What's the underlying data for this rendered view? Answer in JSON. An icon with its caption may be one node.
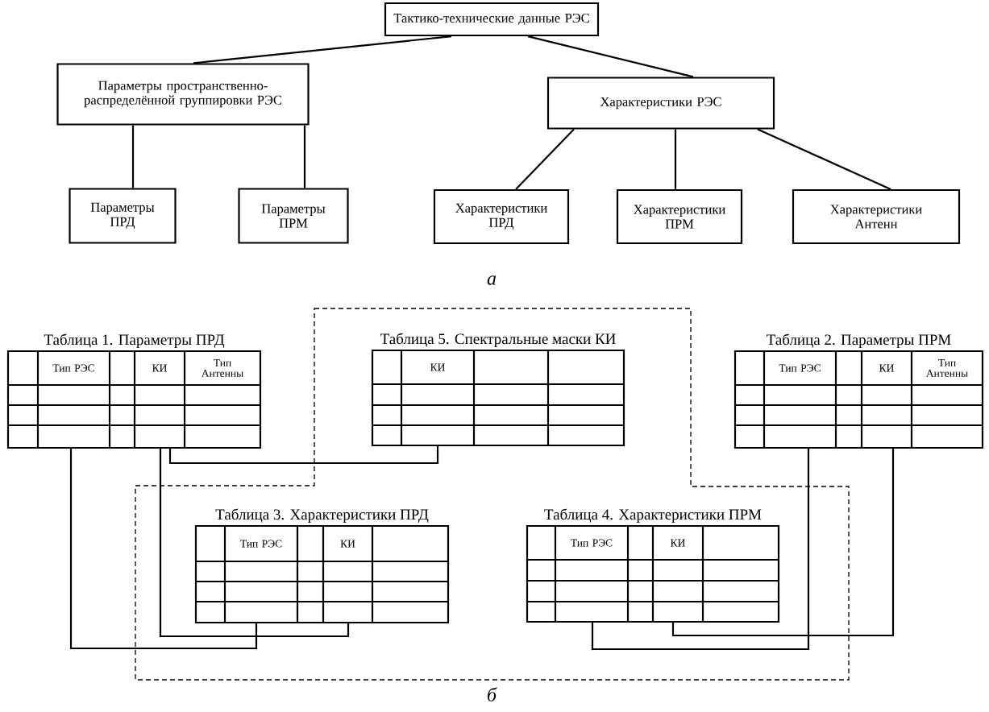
{
  "diagram": {
    "nodes": [
      {
        "text": [
          "Тактико-технические данные РЭС"
        ]
      },
      {
        "text": [
          "Параметры пространственно-распределённой группировки РЭС"
        ]
      },
      {
        "text": [
          "Характеристики РЭС"
        ]
      },
      {
        "text": [
          "Параметры ПРД"
        ]
      },
      {
        "text": [
          "Параметры ПРМ"
        ]
      },
      {
        "text": [
          "Характеристики ПРД"
        ]
      },
      {
        "text": [
          "Характеристики ПРМ"
        ]
      },
      {
        "text": [
          "Характеристики Антенн"
        ]
      },
      {
        "text": [
          "Таблица 1. Параметры ПРД",
          "Тип РЭС",
          "КИ",
          "Тип Антенны"
        ]
      },
      {
        "text": [
          "Таблица 5. Спектральные маски КИ",
          "КИ"
        ]
      },
      {
        "text": [
          "Таблица 2. Параметры ПРМ",
          "Тип РЭС",
          "КИ",
          "Тип Антенны"
        ]
      },
      {
        "text": [
          "Таблица 3. Характеристики ПРД",
          "Тип РЭС",
          "КИ"
        ]
      },
      {
        "text": [
          "Таблица 4. Характеристики ПРМ",
          "Тип РЭС",
          "КИ"
        ]
      }
    ],
    "edges": [
      {
        "from": 0,
        "to": 1,
        "arrow": "none"
      },
      {
        "from": 0,
        "to": 2,
        "arrow": "none"
      },
      {
        "from": 1,
        "to": 3,
        "arrow": "none"
      },
      {
        "from": 1,
        "to": 4,
        "arrow": "none"
      },
      {
        "from": 2,
        "to": 5,
        "arrow": "none"
      },
      {
        "from": 2,
        "to": 6,
        "arrow": "none"
      },
      {
        "from": 2,
        "to": 7,
        "arrow": "none"
      },
      {
        "from": 8,
        "to": 9,
        "arrow": "none"
      },
      {
        "from": 8,
        "to": 11,
        "arrow": "none"
      },
      {
        "from": 8,
        "to": 11,
        "arrow": "none"
      },
      {
        "from": 10,
        "to": 12,
        "arrow": "none"
      },
      {
        "from": 10,
        "to": 12,
        "arrow": "none"
      }
    ],
    "labels": [
      "а",
      "б"
    ]
  }
}
